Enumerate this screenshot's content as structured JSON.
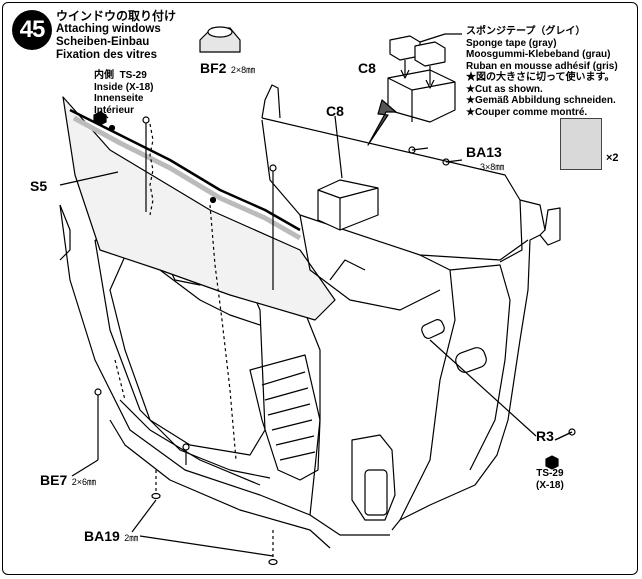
{
  "step": {
    "number": "45",
    "title_lines": [
      "ウインドウの取り付け",
      "Attaching windows",
      "Scheiben-Einbau",
      "Fixation des vitres"
    ]
  },
  "parts": {
    "bf2": {
      "code": "BF2",
      "size": "2×8㎜"
    },
    "c8_top": {
      "code": "C8"
    },
    "c8_mid": {
      "code": "C8"
    },
    "ba13": {
      "code": "BA13",
      "size": "3×8㎜"
    },
    "s5": {
      "code": "S5"
    },
    "r3": {
      "code": "R3"
    },
    "be7": {
      "code": "BE7",
      "size": "2×6㎜"
    },
    "ba19": {
      "code": "BA19",
      "size": "2㎜"
    }
  },
  "inside_note": {
    "lines": [
      "内側",
      "Inside",
      "Innenseite",
      "Intérieur"
    ],
    "paint": "TS-29",
    "paint_sub": "(X-18)"
  },
  "r3_note": {
    "paint": "TS-29",
    "paint_sub": "(X-18)"
  },
  "tape_note": {
    "lines": [
      "スポンジテープ（グレイ）",
      "Sponge tape (gray)",
      "Moosgummi-Klebeband (grau)",
      "Ruban en mousse adhésif (gris)",
      "★図の大きさに切って使います。",
      "★Cut as shown.",
      "★Gemäß Abbildung schneiden.",
      "★Couper comme montré."
    ],
    "count": "×2"
  },
  "colors": {
    "line": "#000000",
    "tape": "#d9d9d9",
    "window_tint": "#e8e8e8"
  }
}
